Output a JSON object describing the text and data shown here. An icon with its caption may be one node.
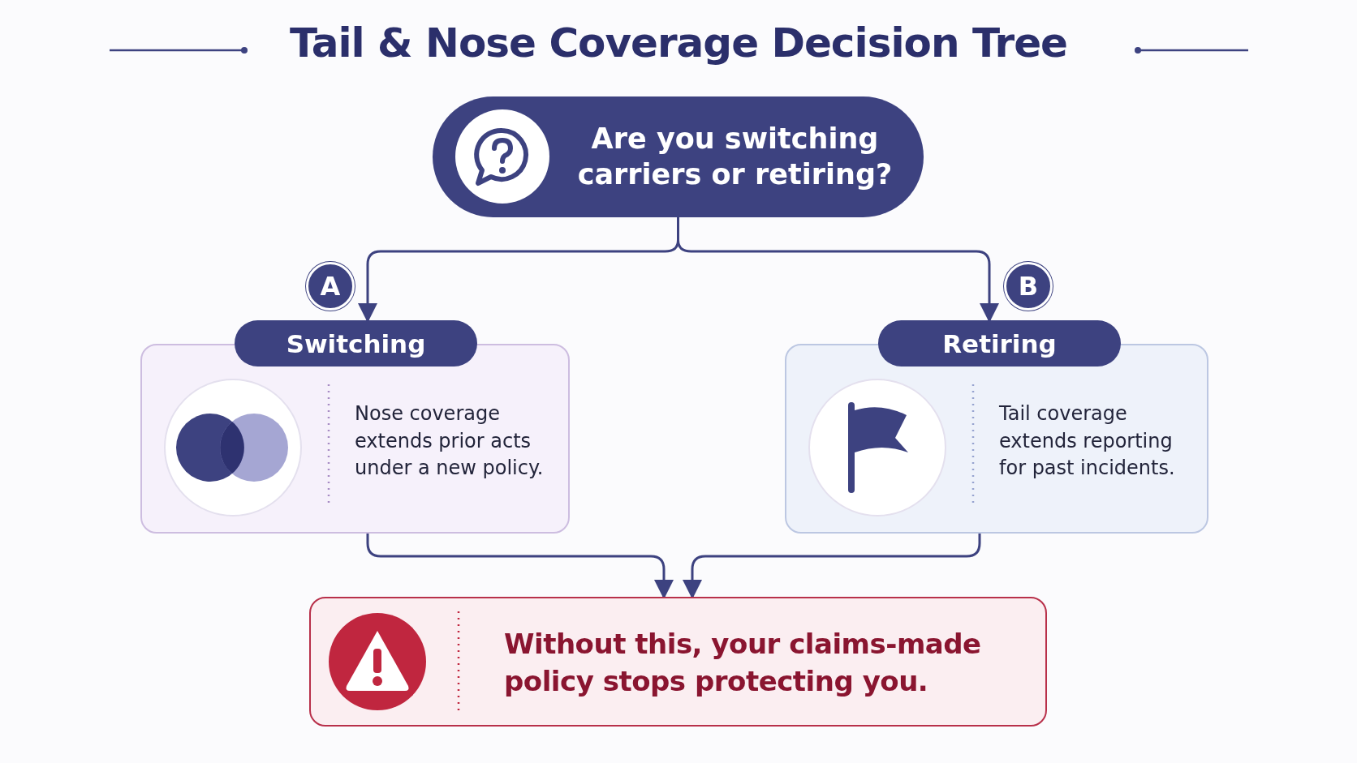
{
  "diagram": {
    "title": "Tail & Nose Coverage Decision Tree",
    "nodes": [
      {
        "text": [
          "Are you switching carriers or retiring?"
        ]
      },
      {
        "text": [
          "Switching",
          "Nose coverage extends prior acts under a new policy."
        ]
      },
      {
        "text": [
          "Retiring",
          "Tail coverage extends reporting for past incidents."
        ]
      },
      {
        "text": [
          "Without this, your claims-made policy stops protecting you."
        ]
      }
    ],
    "edges": [
      {
        "from": 0,
        "to": 1,
        "arrow": "to"
      },
      {
        "from": 0,
        "to": 2,
        "arrow": "to"
      },
      {
        "from": 1,
        "to": 3,
        "arrow": "to"
      },
      {
        "from": 2,
        "to": 3,
        "arrow": "to"
      }
    ],
    "labels": [
      "A",
      "B"
    ]
  }
}
